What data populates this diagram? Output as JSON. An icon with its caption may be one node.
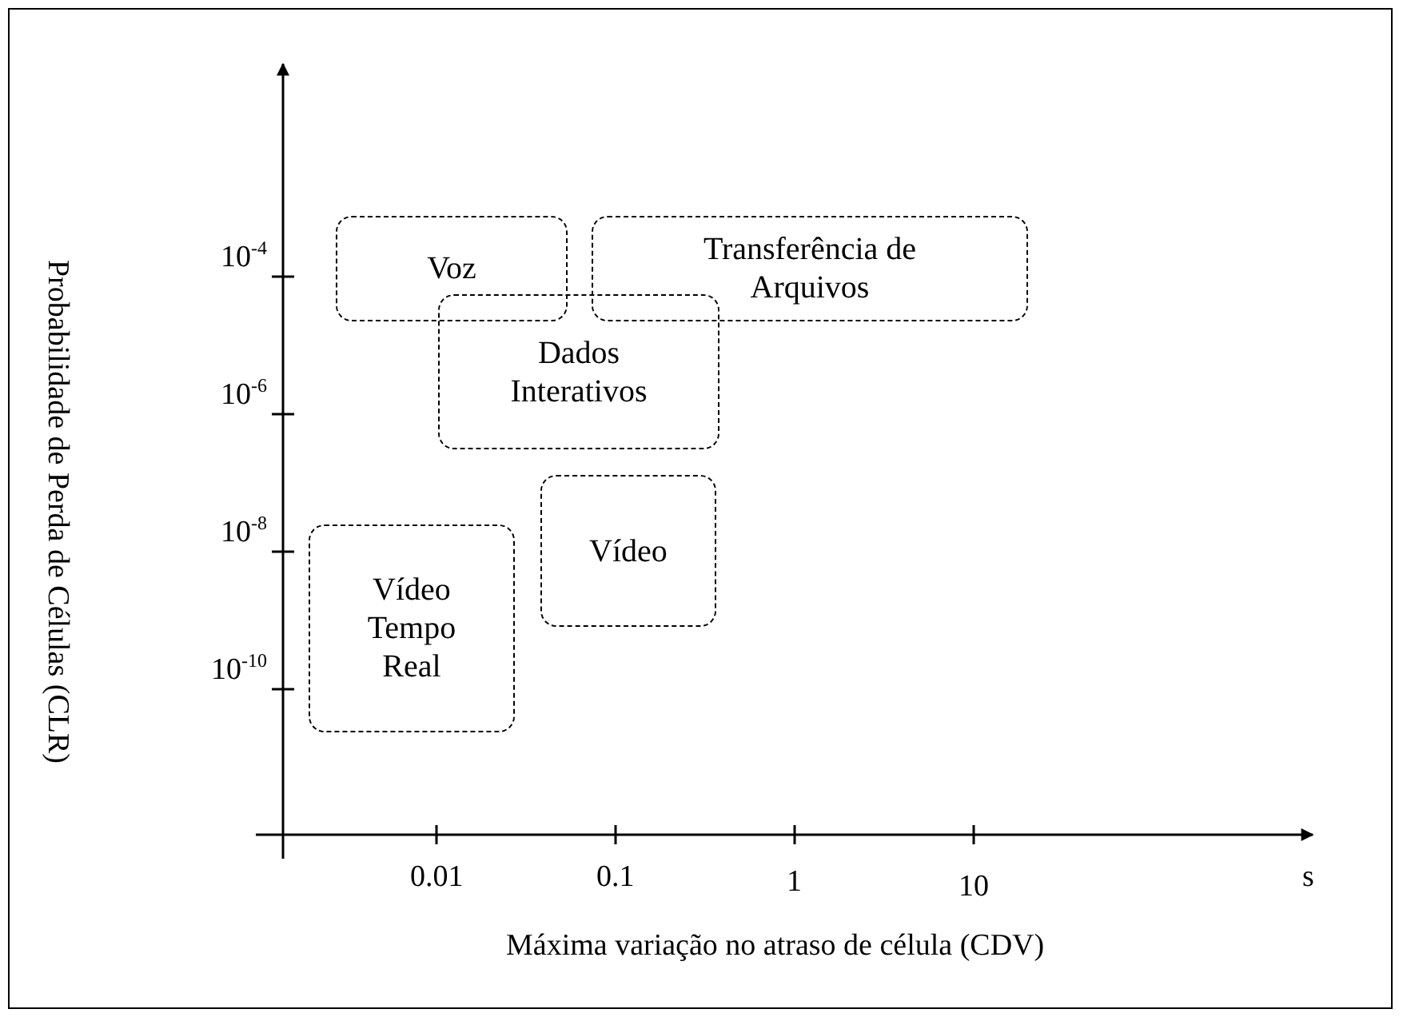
{
  "diagram": {
    "nodes": [
      {
        "text": [
          "Voz"
        ]
      },
      {
        "text": [
          "Transferência de Arquivos"
        ]
      },
      {
        "text": [
          "Dados Interativos"
        ]
      },
      {
        "text": [
          "Vídeo"
        ]
      },
      {
        "text": [
          "Vídeo Tempo Real"
        ]
      }
    ],
    "edges": [],
    "labels": [
      "Probabilidade de Perda de Células (CLR)",
      "10$^{-4}$",
      "10$^{-6}$",
      "10$^{-8}$",
      "10$^{-10}$",
      "0.01",
      "0.1",
      "1",
      "10",
      "s",
      "Máxima variação no atraso de célula (CDV)"
    ]
  }
}
